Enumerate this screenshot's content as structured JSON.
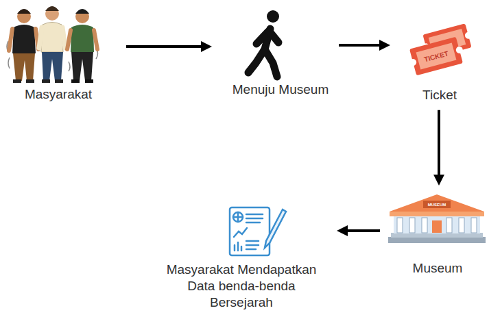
{
  "diagram": {
    "nodes": [
      {
        "text": [
          "Masyarakat"
        ]
      },
      {
        "text": [
          "Menuju Museum"
        ]
      },
      {
        "text": [
          "Ticket"
        ]
      },
      {
        "text": [
          "Museum"
        ]
      },
      {
        "text": [
          "Masyarakat Mendapatkan Data benda-benda Bersejarah"
        ]
      }
    ],
    "edges": [
      {
        "from": 0,
        "to": 1,
        "arrow": "to"
      },
      {
        "from": 1,
        "to": 2,
        "arrow": "to"
      },
      {
        "from": 2,
        "to": 3,
        "arrow": "to"
      },
      {
        "from": 3,
        "to": 4,
        "arrow": "to"
      }
    ],
    "labels": [
      "TICKET",
      "MUSEUM"
    ]
  }
}
